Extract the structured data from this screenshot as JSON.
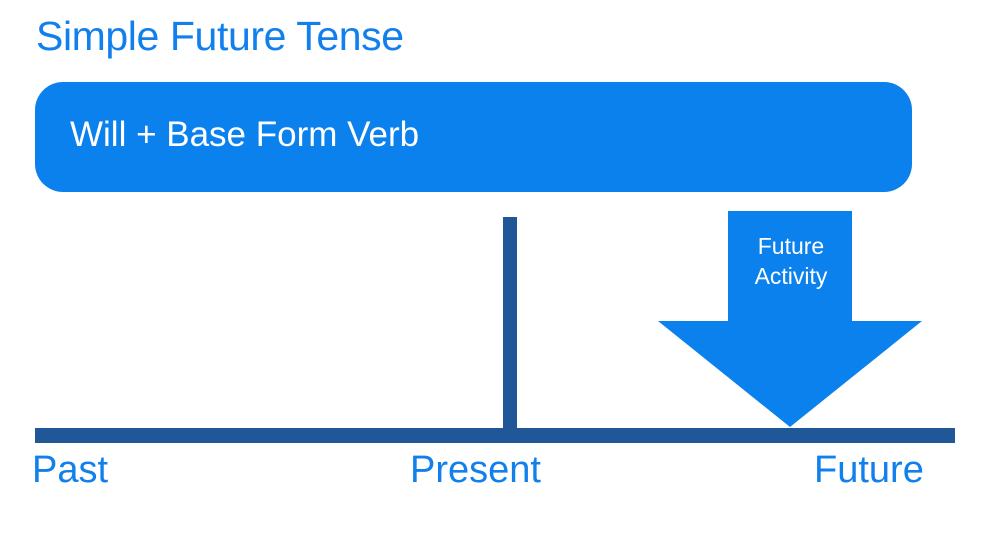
{
  "slide": {
    "title": "Simple Future Tense",
    "background_color": "#FFFFFF",
    "accent_blue": "#0B81EE",
    "dark_blue": "#1F5799",
    "text_blue": "#1180ED"
  },
  "formula": {
    "text": "Will + Base Form Verb",
    "box_color": "#0B81EE",
    "text_color": "#FFFFFF"
  },
  "arrow": {
    "label_line1": "Future",
    "label_line2": "Activity",
    "color": "#0B81EE",
    "direction": "down"
  },
  "timeline": {
    "bar_color": "#1F5799",
    "tick_color": "#1F5799",
    "labels": [
      {
        "text": "Past"
      },
      {
        "text": "Present"
      },
      {
        "text": "Future"
      }
    ]
  }
}
